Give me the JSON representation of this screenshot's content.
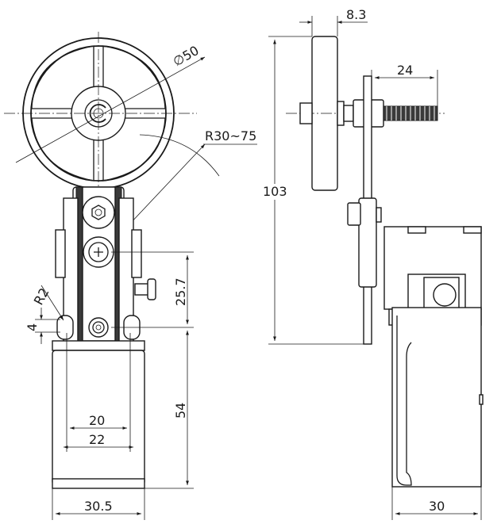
{
  "dimensions": {
    "roller_diameter": "∅50",
    "roller_width": "8.3",
    "arm_radius": "R30~75",
    "overall_height": "103",
    "thread_length": "24",
    "arm_pitch": "25.7",
    "corner_radius": "R2",
    "slot_height": "4",
    "body_height": "54",
    "hole_spacing": "20",
    "slot_width": "22",
    "front_width": "30.5",
    "side_width": "30"
  }
}
